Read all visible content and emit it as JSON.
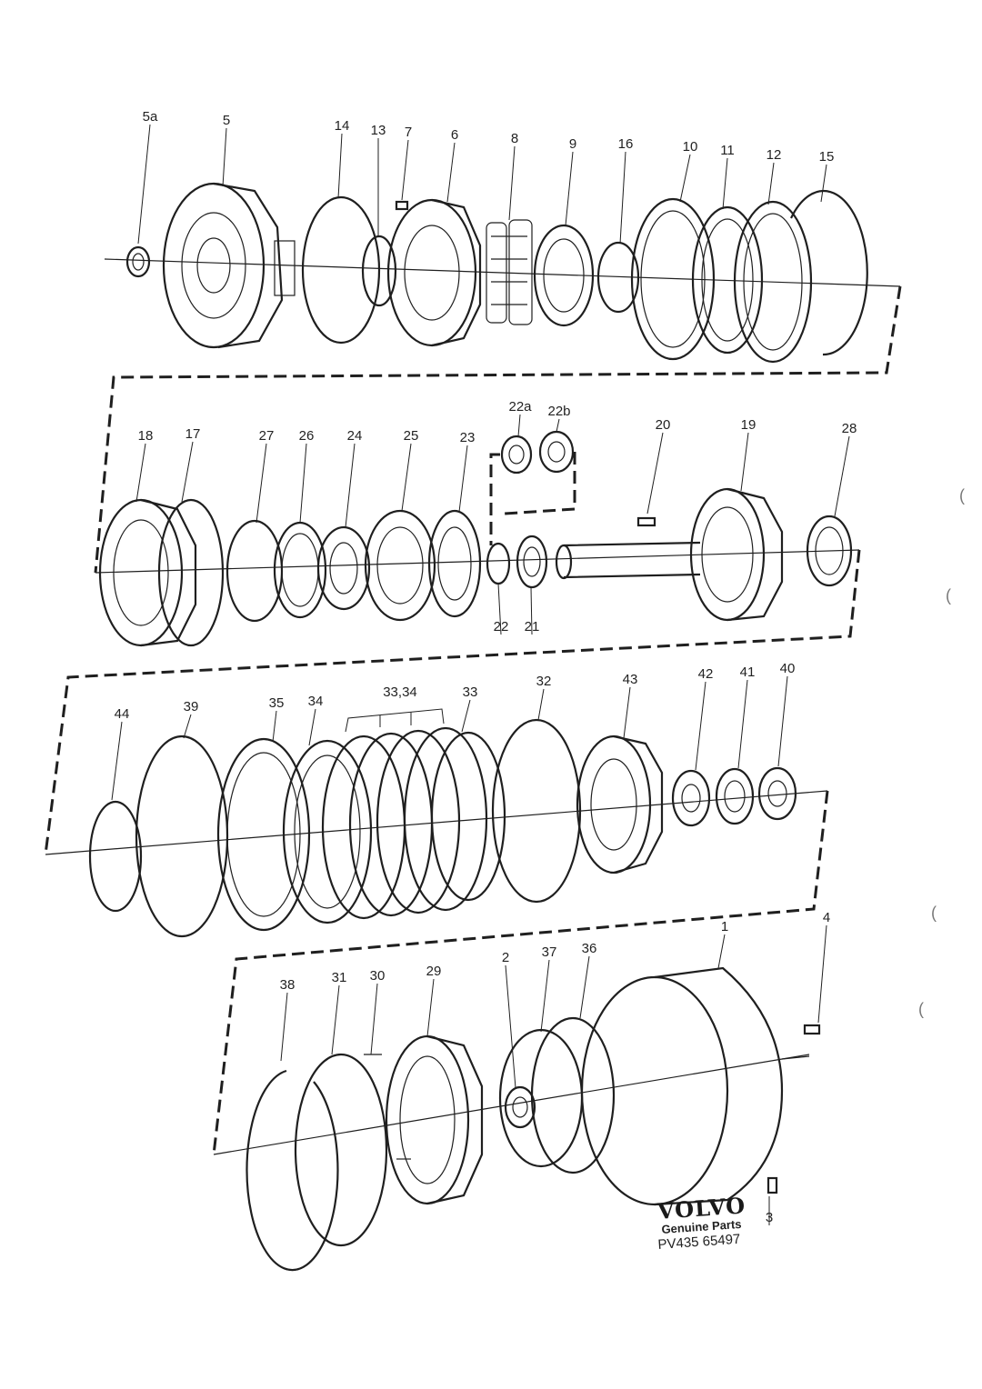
{
  "labels": [
    {
      "id": "5a",
      "text": "5a"
    },
    {
      "id": "5",
      "text": "5"
    },
    {
      "id": "14",
      "text": "14"
    },
    {
      "id": "13",
      "text": "13"
    },
    {
      "id": "7",
      "text": "7"
    },
    {
      "id": "6",
      "text": "6"
    },
    {
      "id": "8",
      "text": "8"
    },
    {
      "id": "9",
      "text": "9"
    },
    {
      "id": "16",
      "text": "16"
    },
    {
      "id": "10",
      "text": "10"
    },
    {
      "id": "11",
      "text": "11"
    },
    {
      "id": "12",
      "text": "12"
    },
    {
      "id": "15",
      "text": "15"
    },
    {
      "id": "18",
      "text": "18"
    },
    {
      "id": "17",
      "text": "17"
    },
    {
      "id": "27",
      "text": "27"
    },
    {
      "id": "26",
      "text": "26"
    },
    {
      "id": "24",
      "text": "24"
    },
    {
      "id": "25",
      "text": "25"
    },
    {
      "id": "23",
      "text": "23"
    },
    {
      "id": "22a",
      "text": "22a"
    },
    {
      "id": "22b",
      "text": "22b"
    },
    {
      "id": "20",
      "text": "20"
    },
    {
      "id": "19",
      "text": "19"
    },
    {
      "id": "28",
      "text": "28"
    },
    {
      "id": "22",
      "text": "22"
    },
    {
      "id": "21",
      "text": "21"
    },
    {
      "id": "44",
      "text": "44"
    },
    {
      "id": "39",
      "text": "39"
    },
    {
      "id": "35",
      "text": "35"
    },
    {
      "id": "34",
      "text": "34"
    },
    {
      "id": "33-34",
      "text": "33,34"
    },
    {
      "id": "33",
      "text": "33"
    },
    {
      "id": "32",
      "text": "32"
    },
    {
      "id": "43",
      "text": "43"
    },
    {
      "id": "42",
      "text": "42"
    },
    {
      "id": "41",
      "text": "41"
    },
    {
      "id": "40",
      "text": "40"
    },
    {
      "id": "38",
      "text": "38"
    },
    {
      "id": "31",
      "text": "31"
    },
    {
      "id": "30",
      "text": "30"
    },
    {
      "id": "29",
      "text": "29"
    },
    {
      "id": "2",
      "text": "2"
    },
    {
      "id": "37",
      "text": "37"
    },
    {
      "id": "36",
      "text": "36"
    },
    {
      "id": "1",
      "text": "1"
    },
    {
      "id": "4",
      "text": "4"
    },
    {
      "id": "3",
      "text": "3"
    }
  ],
  "brand": {
    "logo": "VOLVO",
    "subtitle": "Genuine Parts",
    "code": "PV435 65497"
  }
}
